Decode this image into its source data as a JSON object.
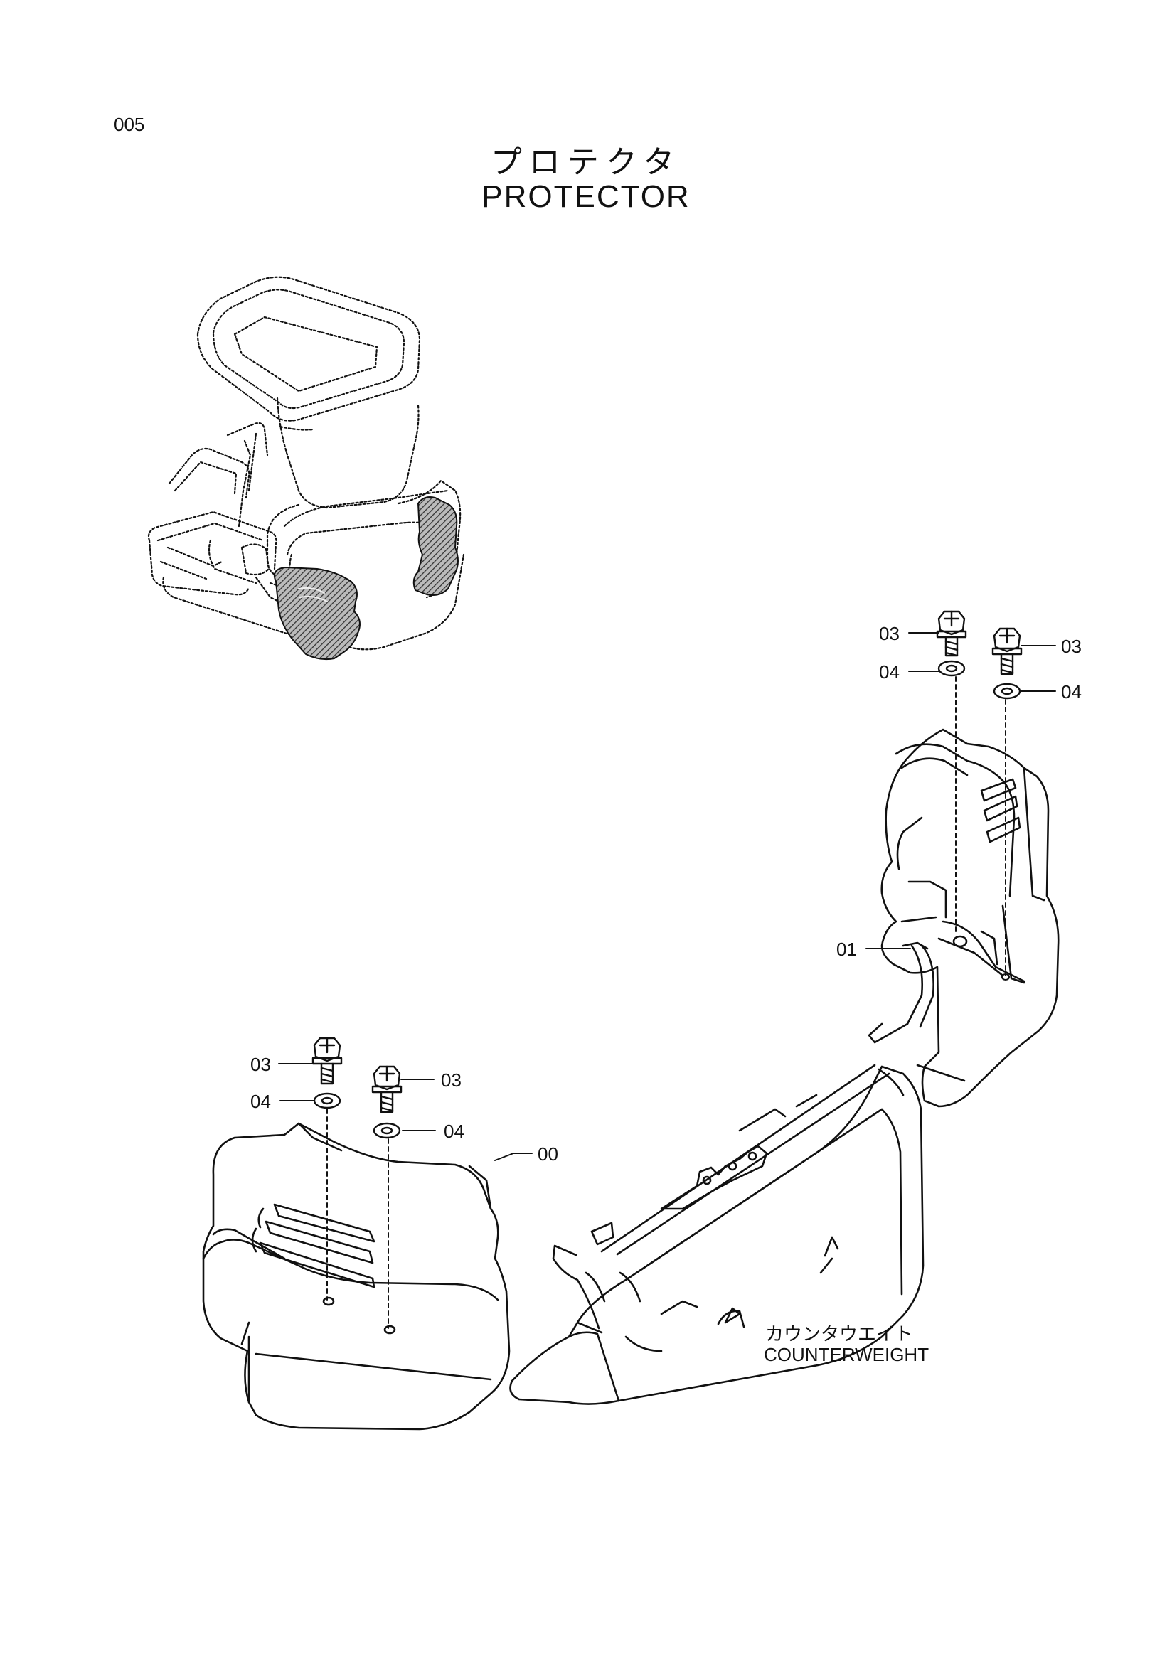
{
  "page": {
    "number": "005"
  },
  "title": {
    "japanese": "プロテクタ",
    "english": "PROTECTOR"
  },
  "callouts": {
    "c03_a": "03",
    "c04_a": "04",
    "c03_b": "03",
    "c04_b": "04",
    "c01": "01",
    "c03_c": "03",
    "c04_c": "04",
    "c03_d": "03",
    "c04_d": "04",
    "c00": "00"
  },
  "counterweight": {
    "japanese": "カウンタウエイト",
    "english": "COUNTERWEIGHT"
  },
  "colors": {
    "line": "#111111",
    "hatch": "#444444",
    "paper": "#ffffff"
  }
}
